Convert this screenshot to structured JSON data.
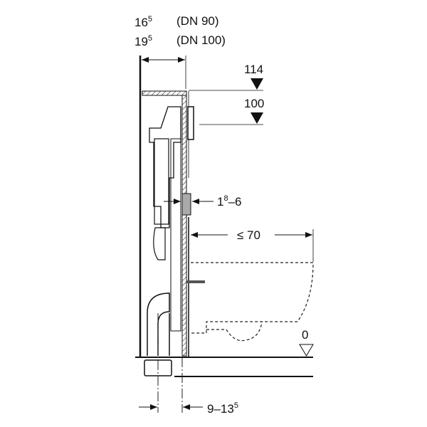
{
  "dimensions": {
    "depth_dn90": {
      "base": "16",
      "sup": "5",
      "note": "(DN 90)"
    },
    "depth_dn100": {
      "base": "19",
      "sup": "5",
      "note": "(DN 100)"
    },
    "height_top": "114",
    "height_actuator": "100",
    "wall_finish": {
      "base": "1",
      "sup": "8",
      "rest": "–6"
    },
    "bowl_projection": "≤ 70",
    "floor_level": "0",
    "drain_offset": {
      "base": "9–13",
      "sup": "5"
    }
  },
  "colors": {
    "line": "#111111",
    "background": "#ffffff"
  }
}
